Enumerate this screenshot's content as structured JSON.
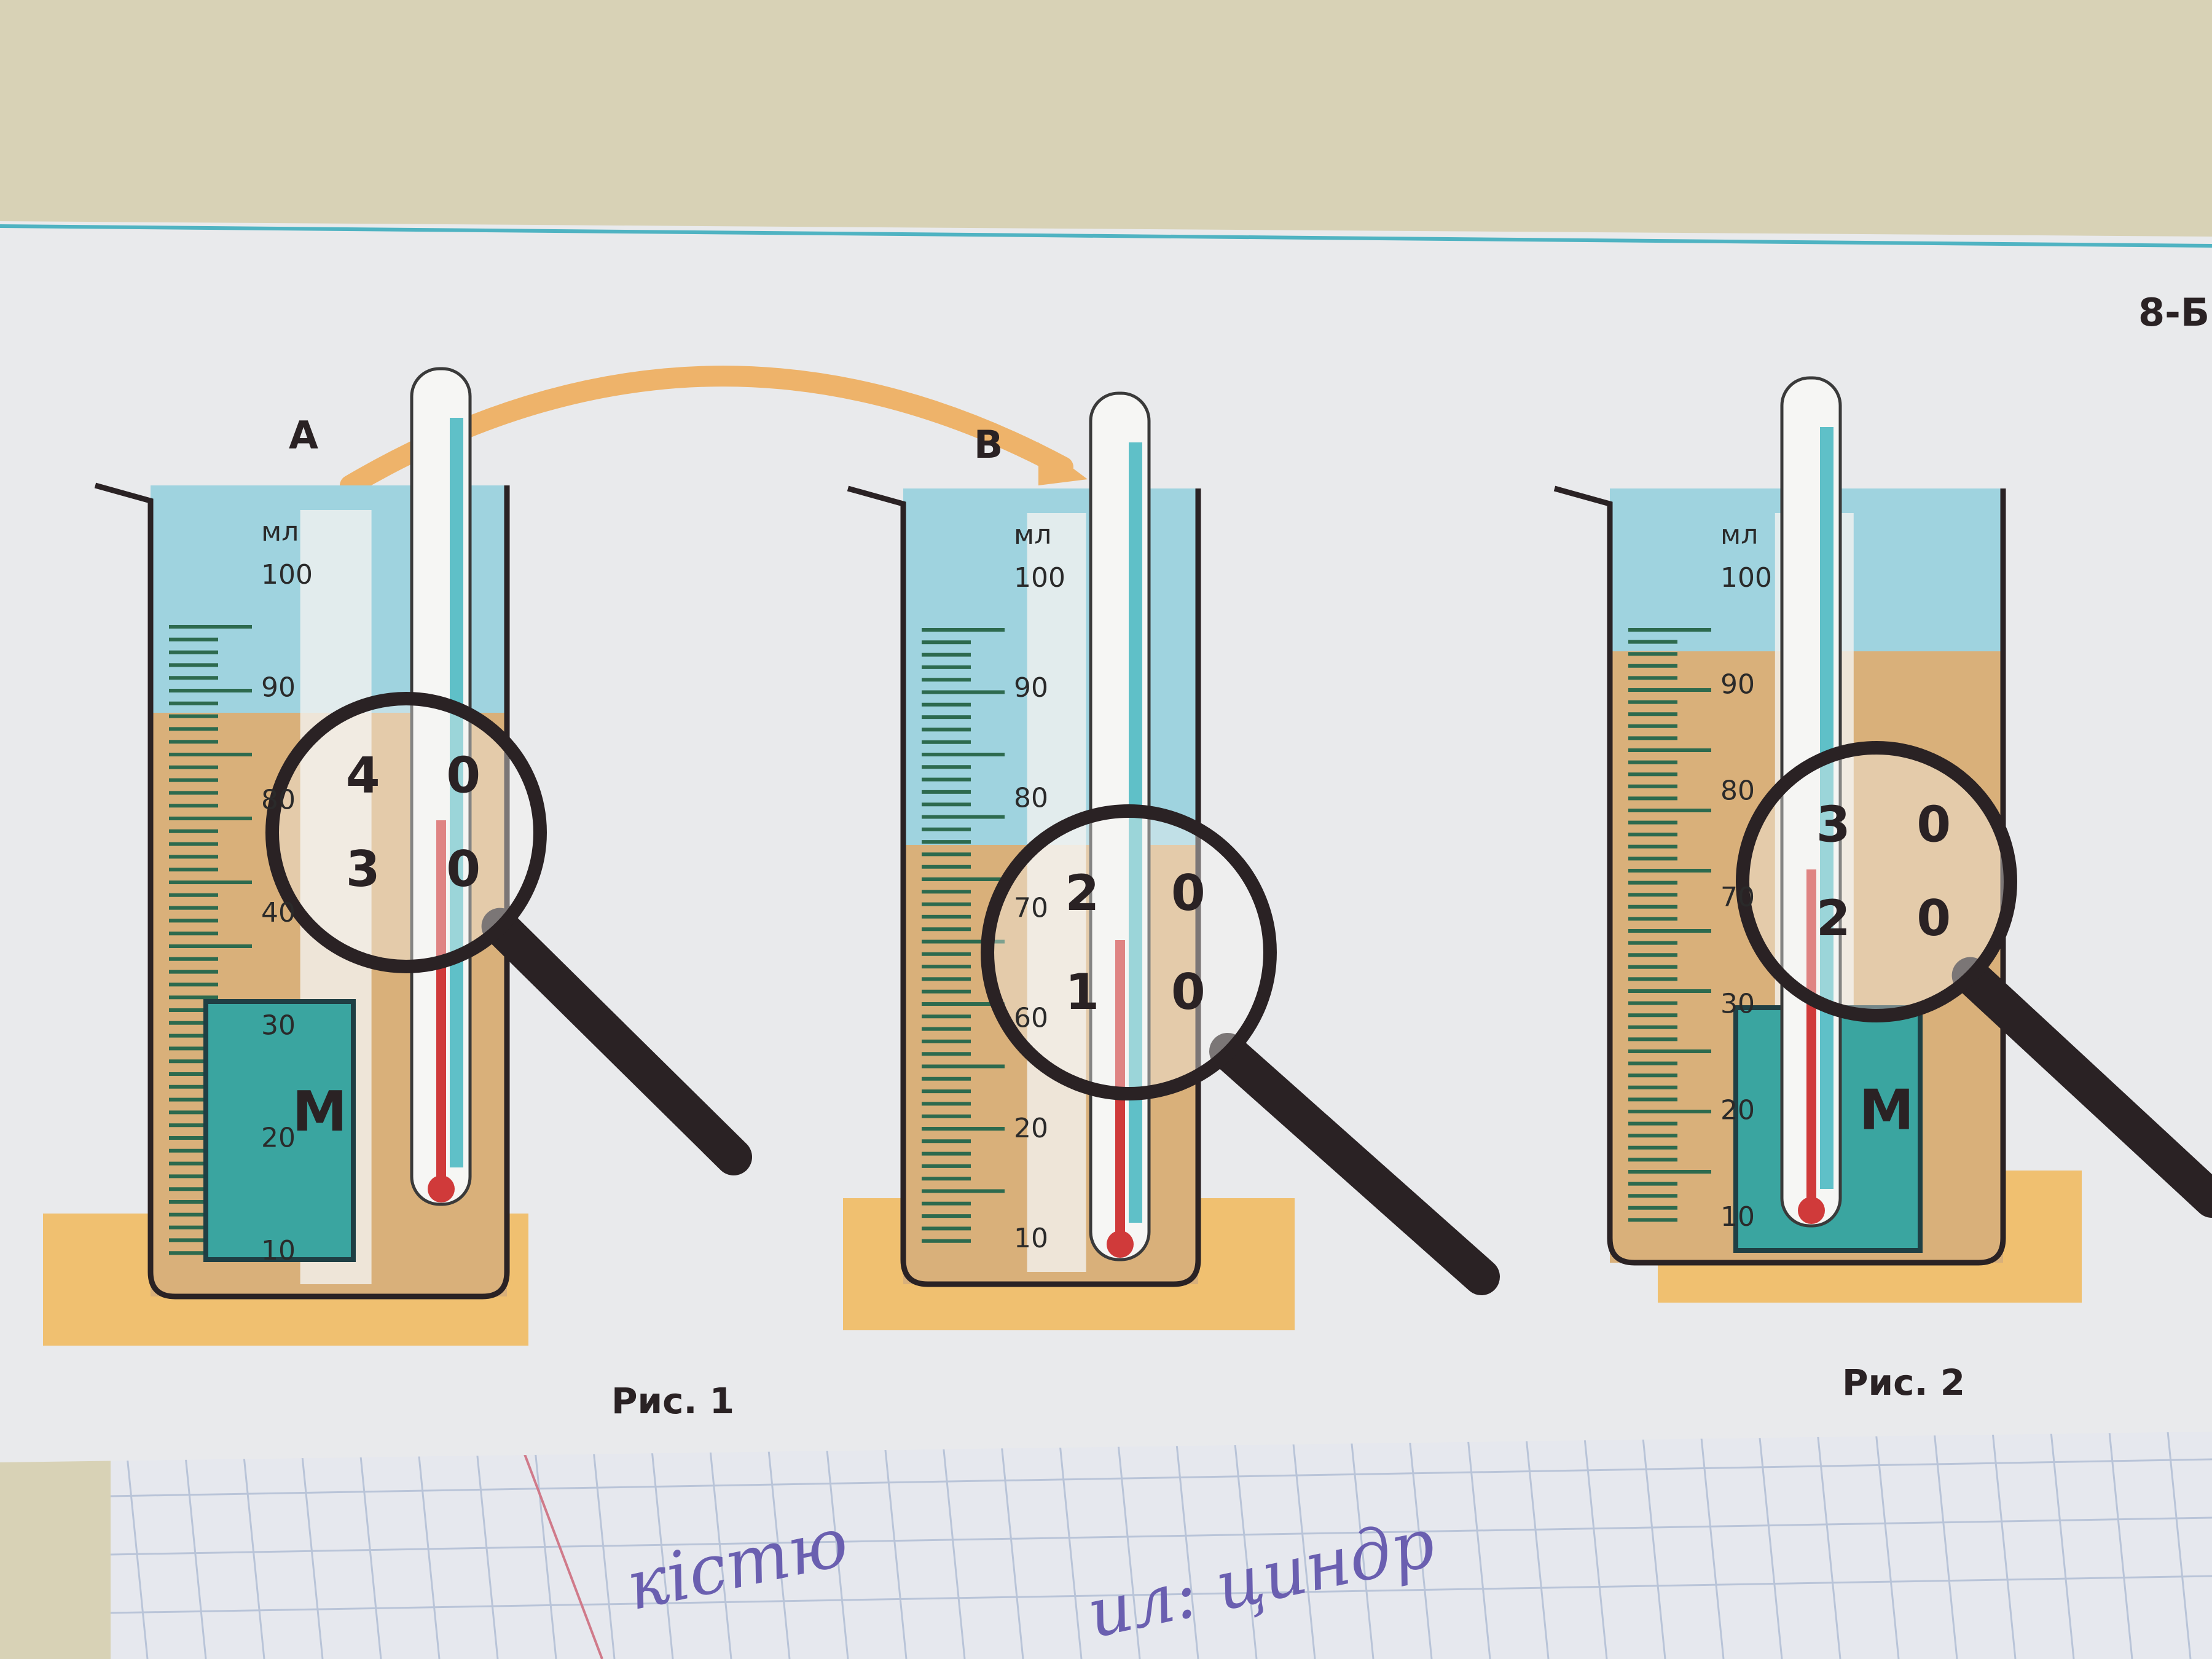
{
  "page_marker": "8-Б",
  "figure1": {
    "caption": "Рис. 1",
    "beaker_a": {
      "label": "А",
      "unit": "мл",
      "scale": [
        "100",
        "90",
        "80",
        "40",
        "30",
        "20",
        "10"
      ],
      "weight_label": "М",
      "magnifier": {
        "top": "4",
        "bottom": "3",
        "right_top": "0",
        "right_bottom": "0"
      }
    },
    "beaker_b": {
      "label": "В",
      "unit": "мл",
      "scale": [
        "100",
        "90",
        "80",
        "70",
        "60",
        "20",
        "10"
      ],
      "magnifier": {
        "top": "2",
        "bottom": "1",
        "right_top": "0",
        "right_bottom": "0"
      }
    }
  },
  "figure2": {
    "caption": "Рис. 2",
    "beaker": {
      "unit": "мл",
      "scale": [
        "100",
        "90",
        "80",
        "70",
        "30",
        "20",
        "10"
      ],
      "weight_label": "М",
      "magnifier": {
        "top": "3",
        "bottom": "2",
        "right_top": "0",
        "right_bottom": "0"
      }
    }
  },
  "handwriting": [
    "кістю",
    "ил: циндр"
  ],
  "colors": {
    "water": "#9fd3df",
    "oil": "#d9b07a",
    "stand": "#f0c070",
    "weight": "#3aa5a0",
    "mercury": "#d03a3a",
    "arrow": "#eeb36a"
  }
}
